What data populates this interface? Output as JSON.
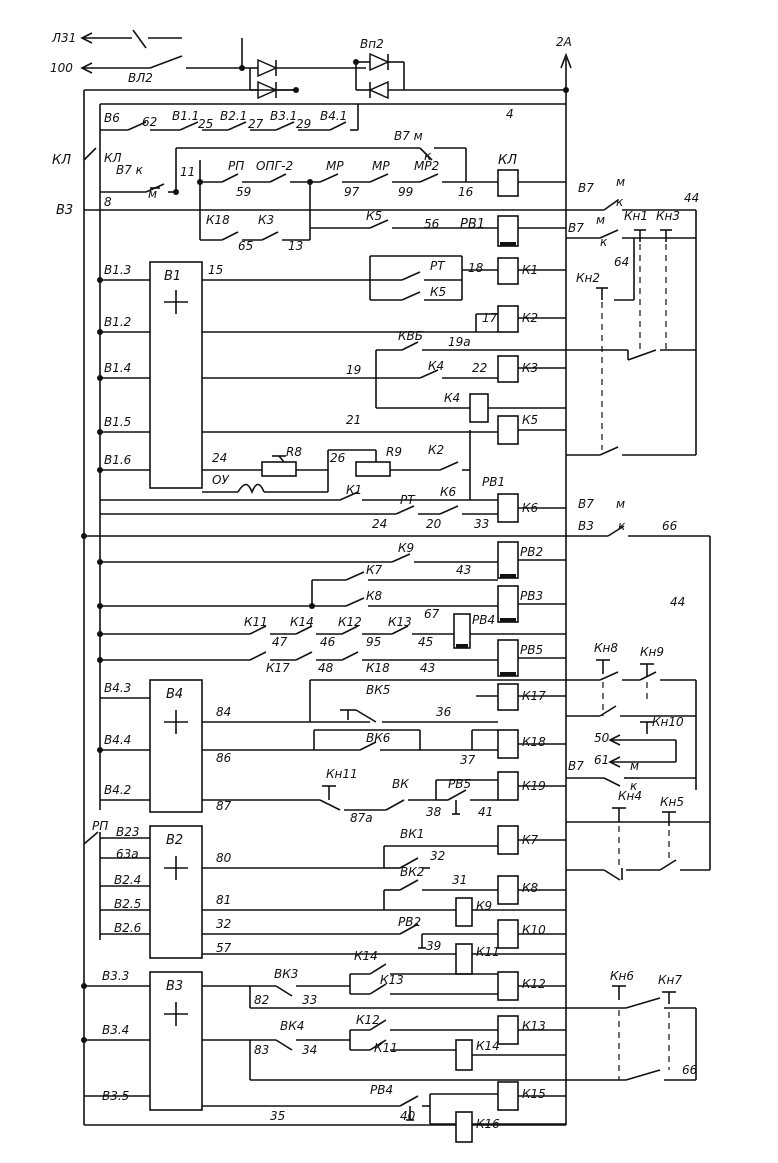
{
  "top": {
    "l31": "Л31",
    "n100": "100",
    "vl2": "ВЛ2",
    "vp2": "Вп2",
    "bus2a": "2А",
    "wire4": "4"
  },
  "left": {
    "kl": "КЛ",
    "kl2": "КЛ",
    "b3": "В3",
    "n8": "8"
  },
  "row0": {
    "b6": "В6",
    "n62": "62",
    "b11": "В1.1",
    "n25": "25",
    "b21": "В2.1",
    "n27": "27",
    "b31": "В3.1",
    "n29": "29",
    "b41": "В4.1"
  },
  "row1": {
    "b7m_top": "В7 м",
    "k_top": "к",
    "b7k": "В7 к",
    "m_low": "м",
    "n11": "11",
    "rp": "РП",
    "opg2": "ОПГ-2",
    "mr1": "МР",
    "mr2": "МР",
    "mr2b": "МР2",
    "n59": "59",
    "n97": "97",
    "n99": "99",
    "n16": "16",
    "coil_kl": "КЛ"
  },
  "row2": {
    "k18": "К18",
    "k3": "К3",
    "n65": "65",
    "n13": "13",
    "k5": "К5",
    "n56": "56",
    "coil_rv1": "РВ1"
  },
  "block_b1": {
    "title": "В1",
    "b13": "В1.3",
    "b12": "В1.2",
    "b14": "В1.4",
    "b15": "В1.5",
    "b16": "В1.6",
    "n15": "15",
    "n18": "18",
    "rt": "РТ",
    "k5": "К5",
    "coil_k1": "К1",
    "n17": "17",
    "coil_k2": "К2",
    "kvb": "КВБ",
    "n19a": "19а",
    "n19": "19",
    "k4": "К4",
    "n22": "22",
    "coil_k3": "К3",
    "coil_k4": "К4",
    "n21": "21",
    "coil_k5": "К5",
    "n24": "24",
    "r8": "R8",
    "n26": "26",
    "r9": "R9",
    "k2": "К2",
    "ou": "ОУ",
    "rv1": "РВ1",
    "k1": "К1",
    "rt2": "РТ",
    "k6": "К6",
    "n24b": "24",
    "n20": "20",
    "n33": "33",
    "coil_k6": "К6"
  },
  "right": {
    "b7_1": "В7",
    "m_1": "м",
    "k_1": "к",
    "n44": "44",
    "b7_2": "В7",
    "m_2": "м",
    "k_2": "к",
    "kn1": "Кн1",
    "kn3": "Кн3",
    "n64": "64",
    "kn2": "Кн2",
    "b7_3": "В7",
    "m_3": "м",
    "b3_3": "В3",
    "k_3": "к",
    "n66": "66",
    "n44b": "44"
  },
  "mid": {
    "k9": "К9",
    "n43": "43",
    "coil_rv2": "РВ2",
    "k7": "К7",
    "k8": "К8",
    "n67": "67",
    "coil_rv3": "РВ3",
    "k11": "К11",
    "k14": "К14",
    "k12": "К12",
    "k13": "К13",
    "n47": "47",
    "n46": "46",
    "n95": "95",
    "n45": "45",
    "coil_rv4": "РВ4",
    "k17": "К17",
    "k18": "К18",
    "n48": "48",
    "n43b": "43",
    "coil_rv5": "РВ5"
  },
  "block_b4": {
    "title": "В4",
    "b43": "В4.3",
    "b44": "В4.4",
    "b42": "В4.2",
    "n84": "84",
    "vk5": "ВК5",
    "n36": "36",
    "coil_k17": "К17",
    "n86": "86",
    "vk6": "ВК6",
    "n37": "37",
    "coil_k18": "К18",
    "kn11": "Кн11",
    "vk": "ВК",
    "rv5": "РВ5",
    "n87": "87",
    "n87a": "87а",
    "n38": "38",
    "n41": "41",
    "coil_k19": "К19",
    "kn8": "Кн8",
    "kn9": "Кн9",
    "kn10": "Кн10",
    "n50": "50",
    "n61": "61",
    "b7": "В7",
    "m": "м",
    "k": "к",
    "kn4": "Кн4",
    "kn5": "Кн5"
  },
  "block_b2": {
    "title": "В2",
    "rp": "РП",
    "b23": "В23",
    "b63a": "63а",
    "b24": "В2.4",
    "b25": "В2.5",
    "b26": "В2.6",
    "n80": "80",
    "vk1": "ВК1",
    "n32": "32",
    "coil_k7": "К7",
    "n81": "81",
    "vk2": "ВК2",
    "n31": "31",
    "coil_k8": "К8",
    "coil_k9": "К9",
    "n32b": "32",
    "rv2": "РВ2",
    "n39": "39",
    "coil_k10": "К10",
    "n57": "57",
    "coil_k11": "К11"
  },
  "block_b3": {
    "title": "В3",
    "b33": "В3.3",
    "b34": "В3.4",
    "b35": "В3.5",
    "vk3": "ВК3",
    "n82": "82",
    "n33": "33",
    "k14": "К14",
    "k13": "К13",
    "coil_k12": "К12",
    "vk4": "ВК4",
    "n83": "83",
    "n34": "34",
    "k12": "К12",
    "k11": "К11",
    "coil_k13": "К13",
    "coil_k14": "К14",
    "rv4": "РВ4",
    "n35": "35",
    "n40": "40",
    "coil_k15": "К15",
    "coil_k16": "К16",
    "kn6": "Кн6",
    "kn7": "Кн7",
    "n66": "66"
  }
}
